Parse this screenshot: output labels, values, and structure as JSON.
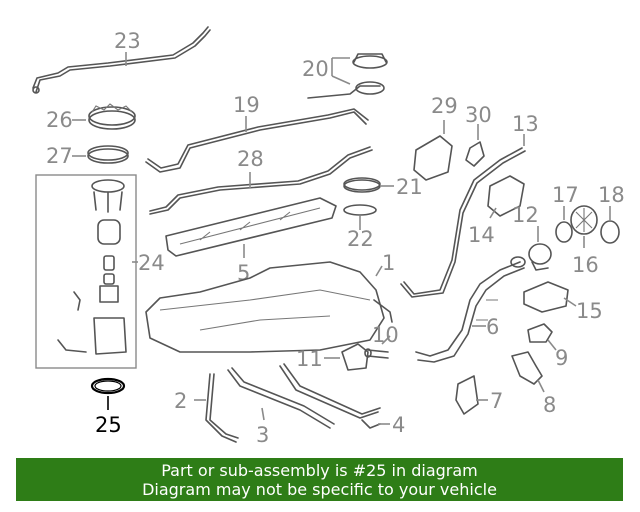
{
  "diagram": {
    "callouts": {
      "c1": "1",
      "c2": "2",
      "c3": "3",
      "c4": "4",
      "c5": "5",
      "c6": "6",
      "c7": "7",
      "c8": "8",
      "c9": "9",
      "c10": "10",
      "c11": "11",
      "c12": "12",
      "c13": "13",
      "c14": "14",
      "c15": "15",
      "c16": "16",
      "c17": "17",
      "c18": "18",
      "c19": "19",
      "c20": "20",
      "c21": "21",
      "c22": "22",
      "c23": "23",
      "c24": "24",
      "c25": "25",
      "c26": "26",
      "c27": "27",
      "c28": "28",
      "c29": "29",
      "c30": "30"
    },
    "highlighted_part": "25",
    "colors": {
      "callout": "#8a8a8a",
      "highlight": "#000000",
      "banner": "#2e7d17",
      "banner_text": "#ffffff"
    }
  },
  "banner": {
    "line1": "Part or sub-assembly is #25 in diagram",
    "line2": "Diagram may not be specific to your vehicle"
  }
}
